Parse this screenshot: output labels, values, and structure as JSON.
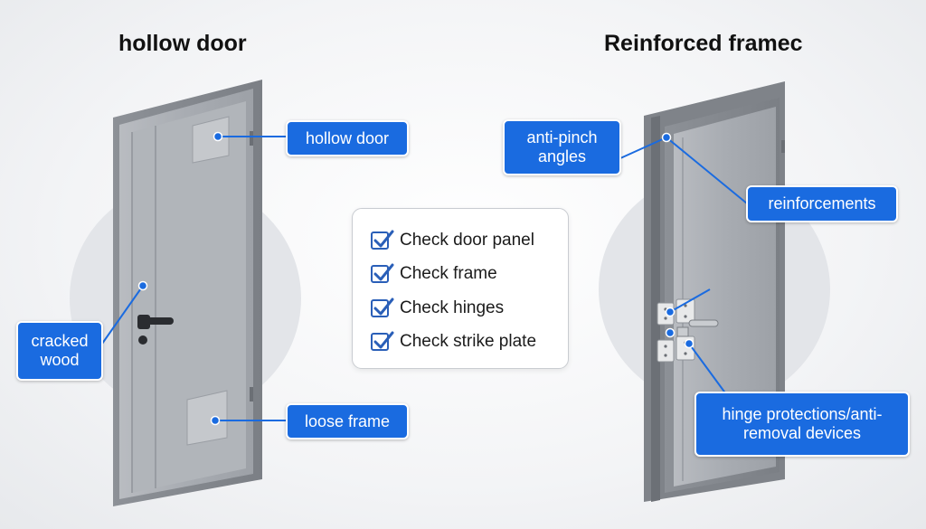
{
  "left": {
    "title": "hollow door",
    "callouts": {
      "hollow_door": "hollow door",
      "cracked_wood_line1": "cracked",
      "cracked_wood_line2": "wood",
      "loose_frame": "loose frame"
    }
  },
  "right": {
    "title": "Reinforced framec",
    "callouts": {
      "anti_pinch_line1": "anti-pinch",
      "anti_pinch_line2": "angles",
      "reinforcements": "reinforcements",
      "hinge_line1": "hinge protections/anti-",
      "hinge_line2": "removal devices"
    }
  },
  "checklist": [
    {
      "label": "Check door panel",
      "checked": true
    },
    {
      "label": "Check frame",
      "checked": true
    },
    {
      "label": "Check hinges",
      "checked": true
    },
    {
      "label": "Check strike plate",
      "checked": true
    }
  ],
  "colors": {
    "accent": "#1a6be0",
    "door": "#a9adb3",
    "check": "#2a5fb8"
  }
}
